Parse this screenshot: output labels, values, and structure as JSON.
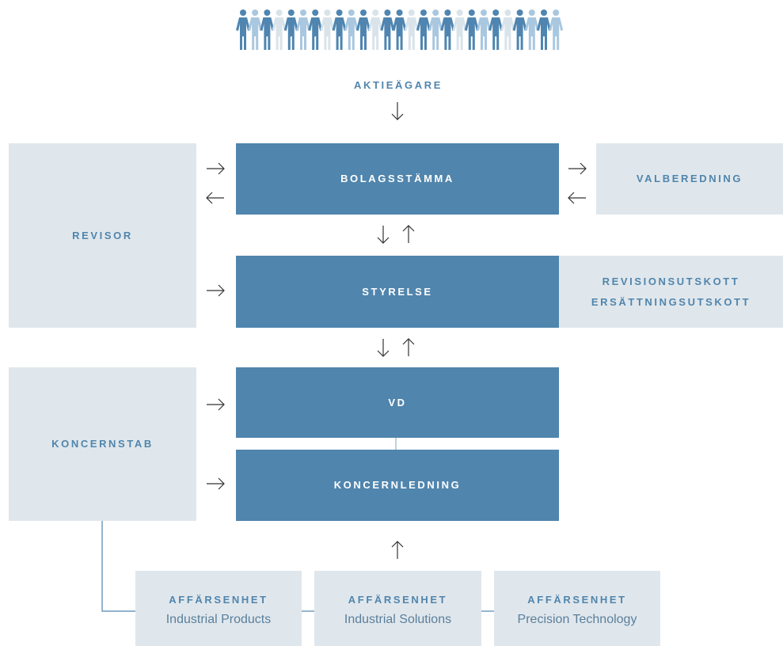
{
  "shareholders": {
    "label": "AKTIEÄGARE",
    "figure_pattern": [
      "d",
      "l",
      "d",
      "g",
      "d",
      "l",
      "d",
      "g",
      "d",
      "l",
      "d",
      "g",
      "d",
      "d",
      "g",
      "d",
      "l",
      "d",
      "g",
      "d",
      "l",
      "d",
      "g",
      "d",
      "l",
      "d",
      "l"
    ],
    "colors": {
      "dark": "#4f85b0",
      "light": "#a9c7df",
      "pale": "#d9e3ea"
    }
  },
  "nodes": {
    "bolagsstamma": "BOLAGSSTÄMMA",
    "valberedning": "VALBEREDNING",
    "revisor": "REVISOR",
    "styrelse": "STYRELSE",
    "revisionsutskott": "REVISIONSUTSKOTT",
    "ersattningsutskott": "ERSÄTTNINGSUTSKOTT",
    "vd": "VD",
    "koncernstab": "KONCERNSTAB",
    "koncernledning": "KONCERNLEDNING"
  },
  "business_units": [
    {
      "label": "AFFÄRSENHET",
      "name": "Industrial Products"
    },
    {
      "label": "AFFÄRSENHET",
      "name": "Industrial Solutions"
    },
    {
      "label": "AFFÄRSENHET",
      "name": "Precision Technology"
    }
  ],
  "colors": {
    "dark_box": "#5085ad",
    "light_box": "#e0e7ec",
    "arrow": "#333333",
    "line": "#5085ad"
  }
}
